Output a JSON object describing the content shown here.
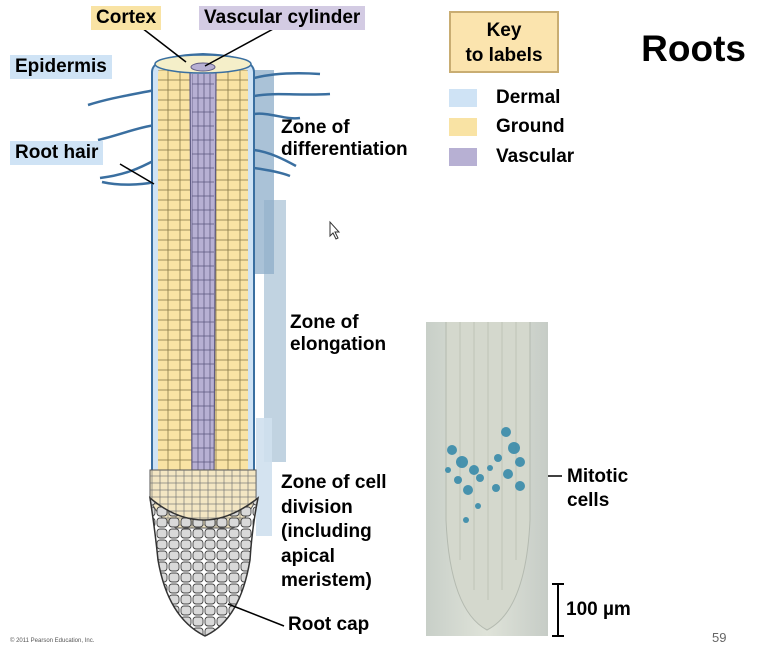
{
  "title": "Roots",
  "labels": {
    "cortex": "Cortex",
    "vascular_cylinder": "Vascular cylinder",
    "epidermis": "Epidermis",
    "root_hair": "Root hair",
    "zone_differentiation": [
      "Zone of",
      "differentiation"
    ],
    "zone_elongation": [
      "Zone of",
      "elongation"
    ],
    "zone_cell_division": [
      "Zone of cell",
      "division",
      "(including",
      "apical",
      "meristem)"
    ],
    "root_cap": "Root cap",
    "mitotic_cells": [
      "Mitotic",
      "cells"
    ],
    "scale": "100 µm"
  },
  "key": {
    "heading": [
      "Key",
      "to labels"
    ],
    "items": [
      {
        "label": "Dermal",
        "color": "#cfe3f5"
      },
      {
        "label": "Ground",
        "color": "#f9e3a4"
      },
      {
        "label": "Vascular",
        "color": "#b7b0d3"
      }
    ]
  },
  "colors": {
    "dermal": "#cfe3f5",
    "ground": "#f9e3a4",
    "vascular": "#b7b0d3",
    "root_outline": "#3a6fa0",
    "cap": "#d8d8d8",
    "zone_bar": "#8eaec9",
    "stain": "#2f86a8"
  },
  "page_number": "59",
  "copyright": "© 2011 Pearson Education, Inc."
}
